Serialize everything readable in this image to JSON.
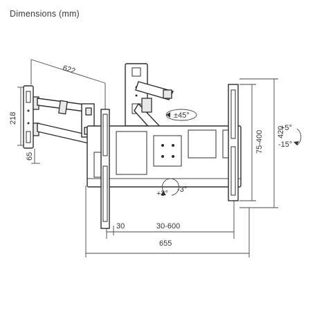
{
  "title": "Dimensions (mm)",
  "dimensions": {
    "arm_length": "622",
    "wall_plate_height": "218",
    "wall_plate_offset": "65",
    "hole_spacing_vertical": "75-400",
    "total_height": "420",
    "min_spacing": "30",
    "hole_spacing_horizontal": "30-600",
    "total_width": "655"
  },
  "adjustments": {
    "swivel": "±45°",
    "tilt_up": "+5°",
    "tilt_down": "-15°",
    "rotation_plus": "+3°",
    "rotation_minus": "-3°"
  },
  "colors": {
    "line": "#2c2c2c",
    "text": "#333333",
    "background": "#ffffff"
  }
}
